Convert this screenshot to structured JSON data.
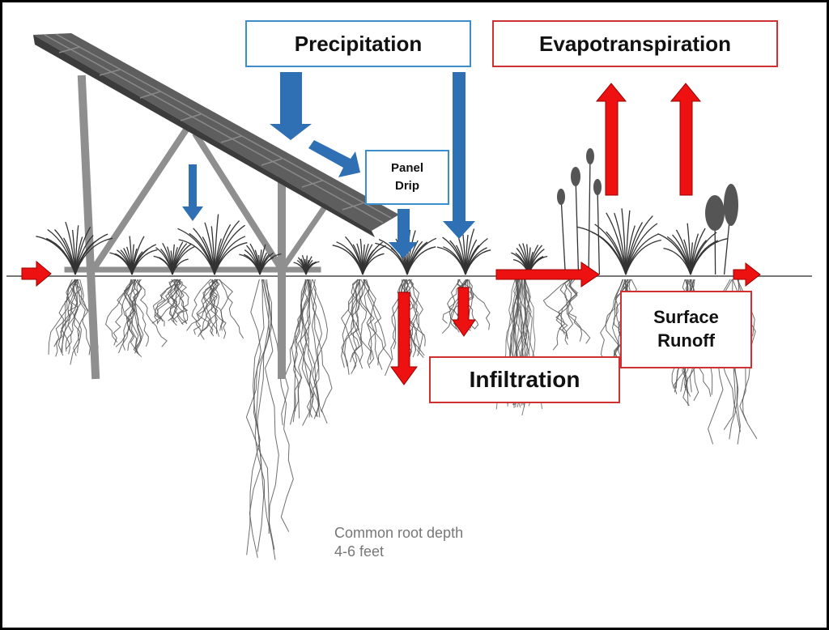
{
  "labels": {
    "precipitation": "Precipitation",
    "evapotranspiration": "Evapotranspiration",
    "panel_drip_line1": "Panel",
    "panel_drip_line2": "Drip",
    "surface_runoff_line1": "Surface",
    "surface_runoff_line2": "Runoff",
    "infiltration": "Infiltration",
    "root_depth_line1": "Common root depth",
    "root_depth_line2": "4-6 feet"
  },
  "colors": {
    "precipitation_arrow": "#2f6fb3",
    "precipitation_border": "#3a8ed0",
    "water_flow_arrow": "#ee1111",
    "evapotranspiration_border": "#d03030",
    "structure": "#8f8f8f",
    "plant": "#333333",
    "roots": "#555555",
    "ground_line": "#777777"
  },
  "icons": [
    "solar-panel-array",
    "panel-support-frame",
    "native-plants",
    "root-systems",
    "blue-arrow",
    "red-arrow"
  ]
}
